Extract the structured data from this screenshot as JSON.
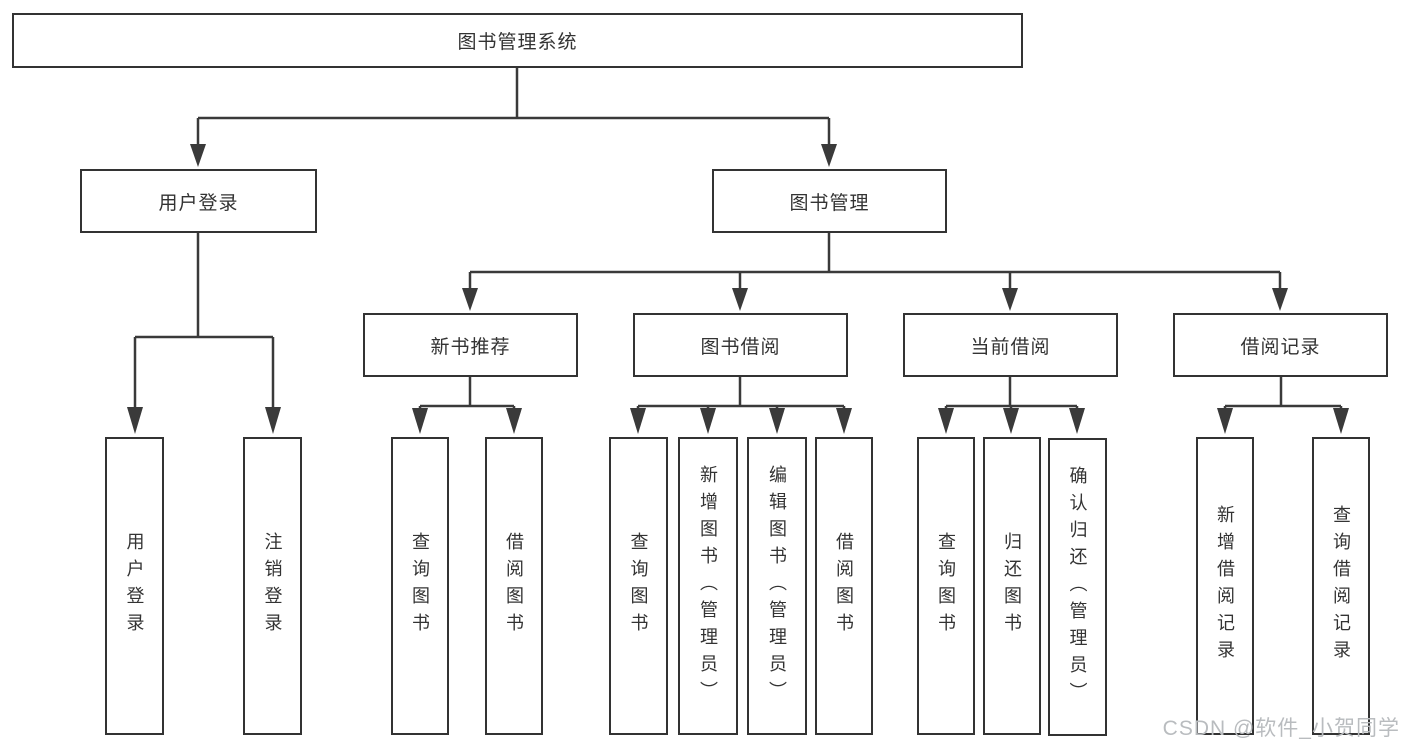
{
  "diagram": {
    "root": {
      "label": "图书管理系统"
    },
    "level2": [
      {
        "label": "用户登录"
      },
      {
        "label": "图书管理"
      }
    ],
    "level3": [
      {
        "label": "新书推荐"
      },
      {
        "label": "图书借阅"
      },
      {
        "label": "当前借阅"
      },
      {
        "label": "借阅记录"
      }
    ],
    "leaves": [
      {
        "label": "用户登录"
      },
      {
        "label": "注销登录"
      },
      {
        "label": "查询图书"
      },
      {
        "label": "借阅图书"
      },
      {
        "label": "查询图书"
      },
      {
        "label": "新增图书（管理员）"
      },
      {
        "label": "编辑图书（管理员）"
      },
      {
        "label": "借阅图书"
      },
      {
        "label": "查询图书"
      },
      {
        "label": "归还图书"
      },
      {
        "label": "确认归还（管理员）"
      },
      {
        "label": "新增借阅记录"
      },
      {
        "label": "查询借阅记录"
      }
    ],
    "colors": {
      "line": "#3a3a3a",
      "border": "#333333",
      "text": "#333333",
      "box_fill": "#ffffff",
      "background": "#ffffff"
    }
  },
  "watermark": {
    "text": "CSDN @软件_小贺同学",
    "color": "#b9bcbf"
  }
}
